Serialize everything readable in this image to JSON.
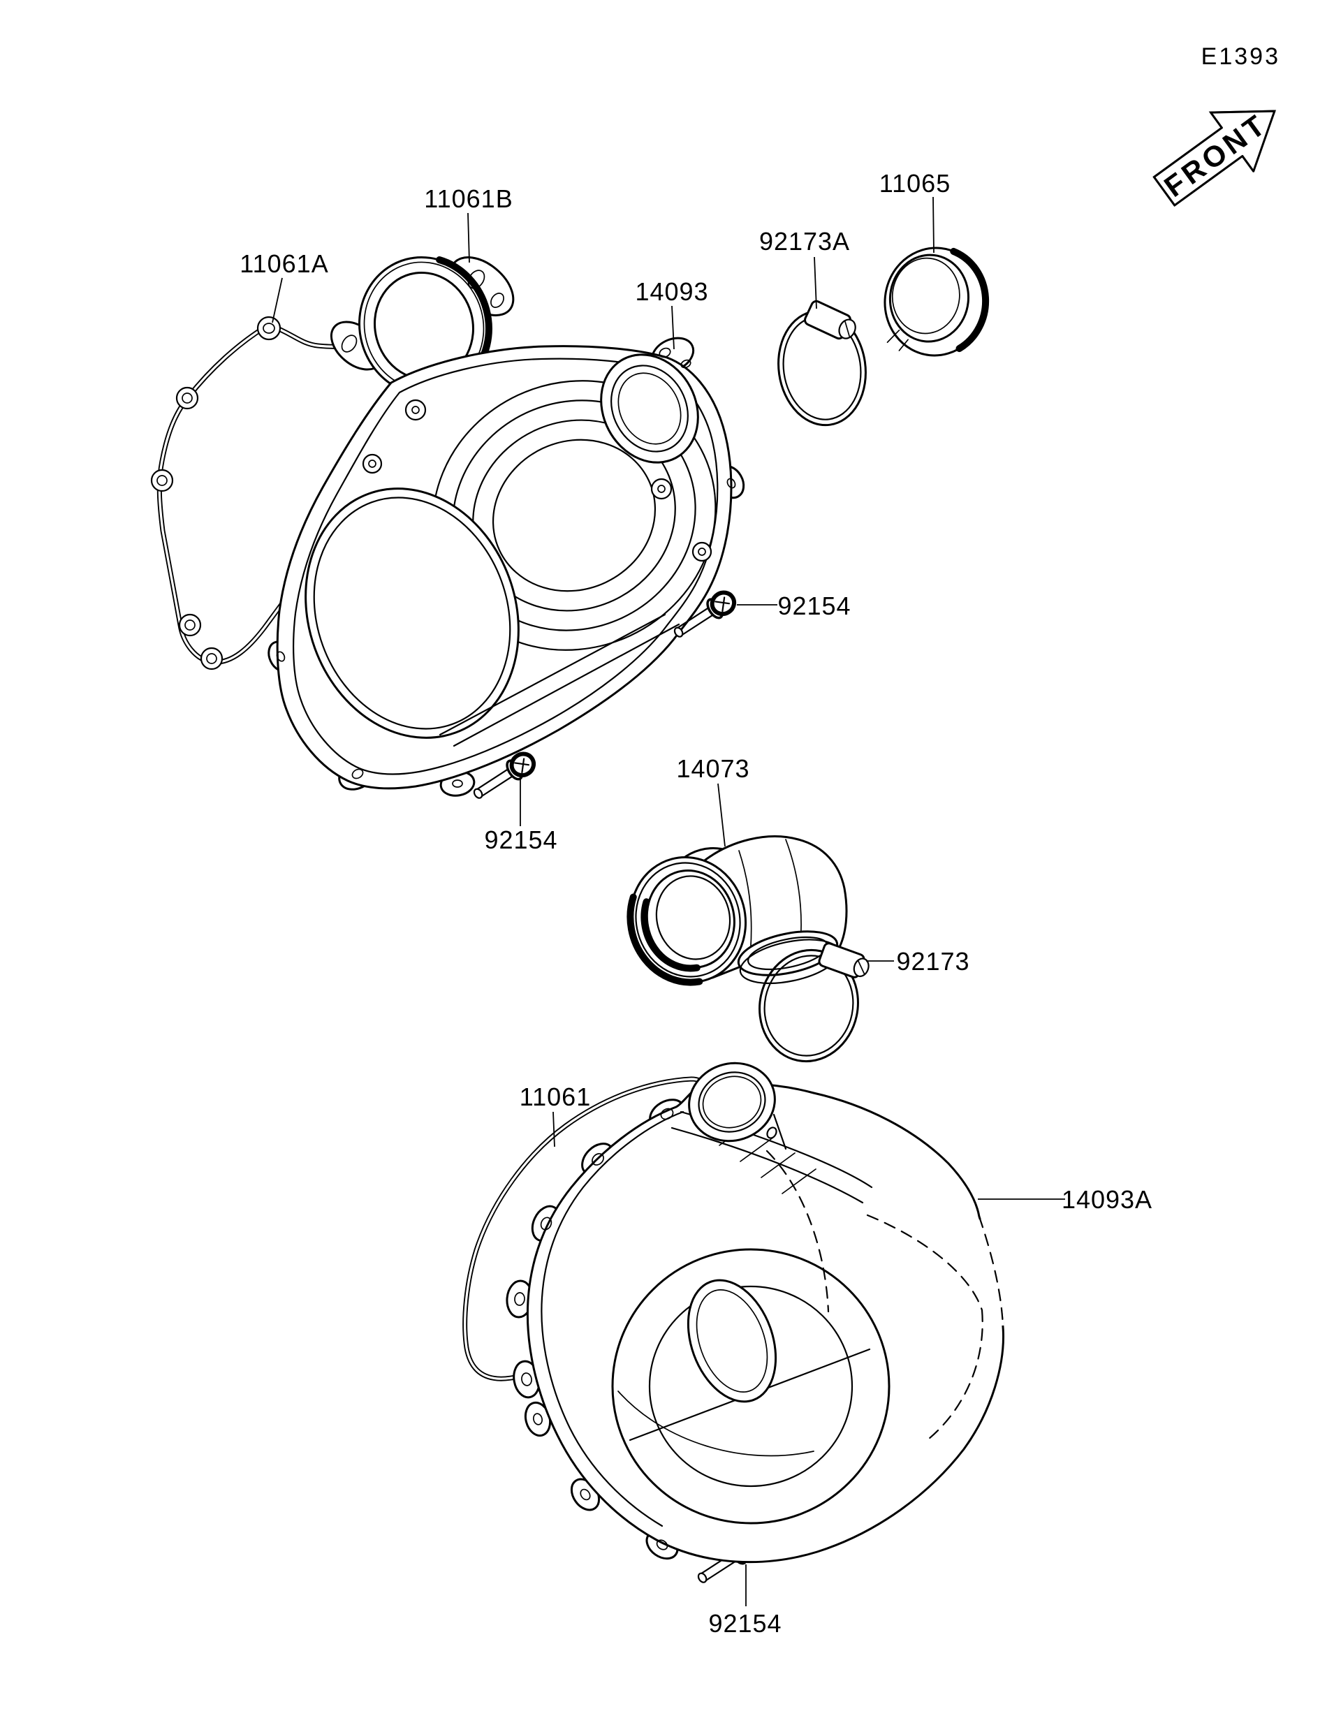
{
  "diagram": {
    "code": "E1393",
    "front_label": "FRONT",
    "ink": "#000000",
    "paper": "#ffffff"
  },
  "labels": [
    {
      "part_no": "11061A"
    },
    {
      "part_no": "11061B"
    },
    {
      "part_no": "14093"
    },
    {
      "part_no": "92173A"
    },
    {
      "part_no": "11065"
    },
    {
      "part_no": "92154"
    },
    {
      "part_no": "92154"
    },
    {
      "part_no": "14073"
    },
    {
      "part_no": "92173"
    },
    {
      "part_no": "11061"
    },
    {
      "part_no": "14093A"
    },
    {
      "part_no": "92154"
    }
  ]
}
